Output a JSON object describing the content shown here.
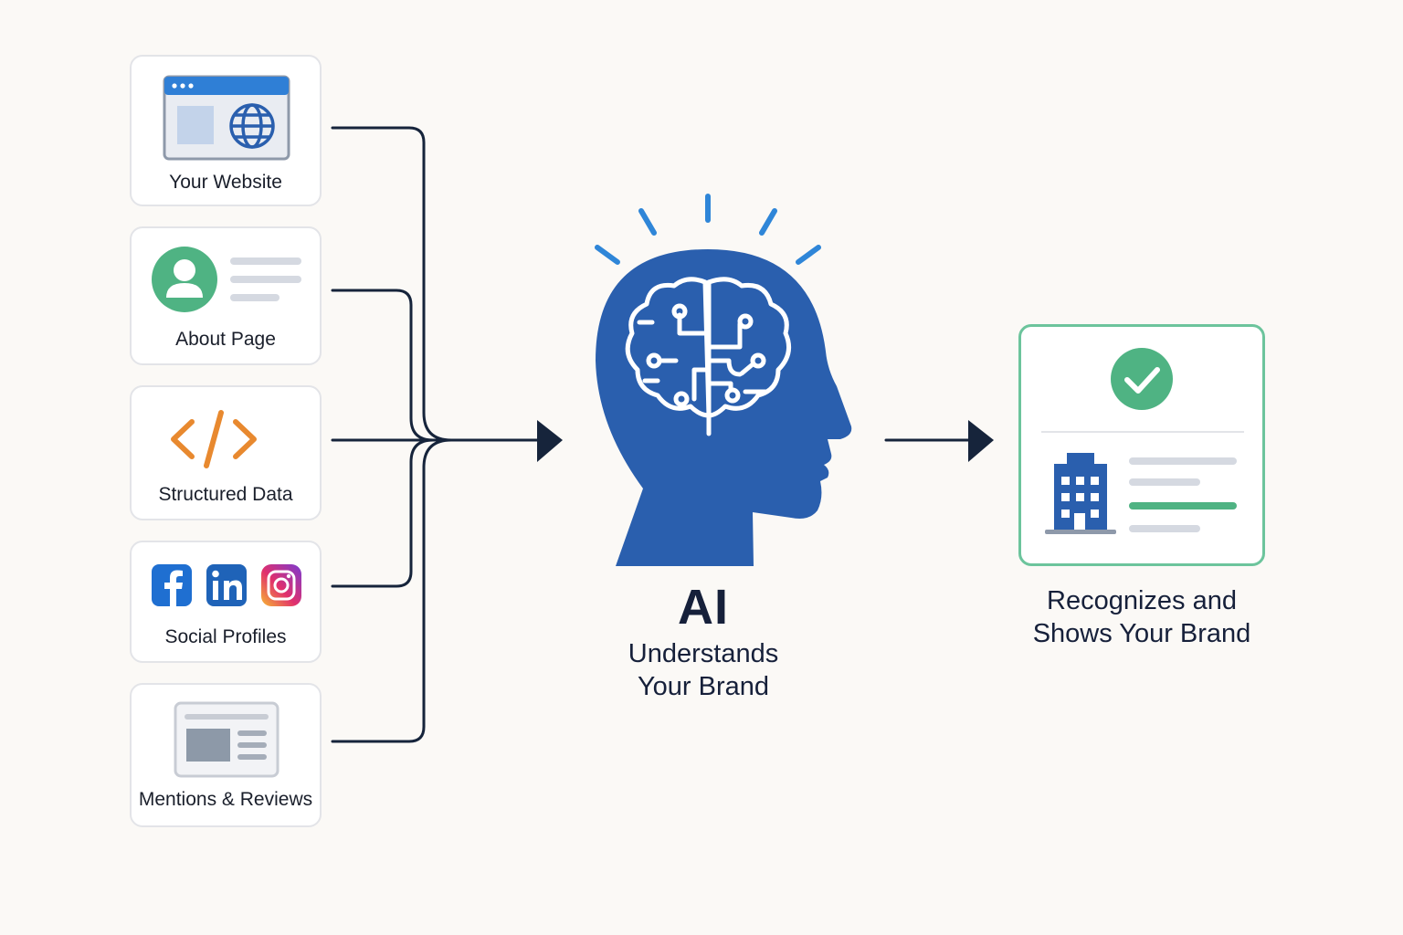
{
  "sources": [
    {
      "label": "Your Website",
      "icon": "browser-globe-icon"
    },
    {
      "label": "About Page",
      "icon": "user-profile-icon"
    },
    {
      "label": "Structured Data",
      "icon": "code-brackets-icon"
    },
    {
      "label": "Social Profiles",
      "icon": "social-media-icons"
    },
    {
      "label": "Mentions & Reviews",
      "icon": "news-article-icon"
    }
  ],
  "center": {
    "title": "AI",
    "subtitle_line1": "Understands",
    "subtitle_line2": "Your Brand",
    "icon": "ai-brain-head-icon"
  },
  "result": {
    "line1": "Recognizes and",
    "line2": "Shows Your Brand",
    "icon": "verified-business-card-icon"
  },
  "colors": {
    "primary_blue": "#2a5fae",
    "accent_blue": "#2f86d8",
    "green": "#4fb383",
    "orange": "#e8892f",
    "arrow": "#16243b"
  }
}
